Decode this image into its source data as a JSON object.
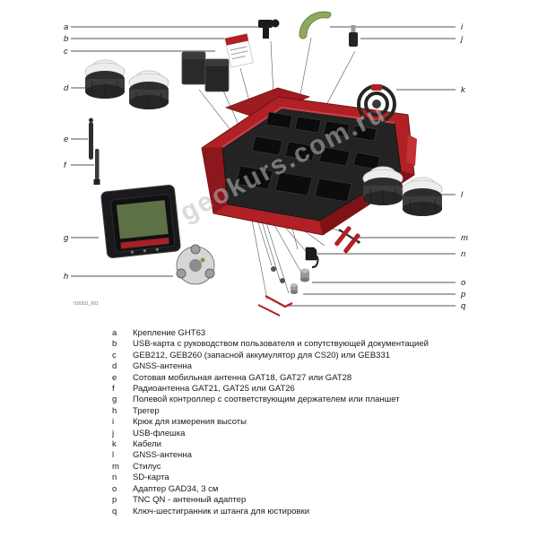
{
  "figure": {
    "id": "016931_001",
    "watermark": "geokurs.com.ru",
    "callout_letters": [
      "a",
      "b",
      "c",
      "d",
      "e",
      "f",
      "g",
      "h",
      "i",
      "j",
      "k",
      "l",
      "m",
      "n",
      "o",
      "p",
      "q"
    ]
  },
  "colors": {
    "case_red": "#b02025",
    "foam_dark": "#232323",
    "accent_red": "#b22025",
    "handle_green": "#8da95e"
  },
  "legend": {
    "items": [
      {
        "letter": "a",
        "text": "Крепление GHT63"
      },
      {
        "letter": "b",
        "text": "USB-карта с руководством пользователя и сопутствующей документацией"
      },
      {
        "letter": "c",
        "text": "GEB212, GEB260 (запасной аккумулятор для CS20) или GEB331"
      },
      {
        "letter": "d",
        "text": "GNSS-антенна"
      },
      {
        "letter": "e",
        "text": "Сотовая мобильная антенна GAT18, GAT27 или GAT28"
      },
      {
        "letter": "f",
        "text": "Радиоантенна GAT21, GAT25 или GAT26"
      },
      {
        "letter": "g",
        "text": "Полевой контроллер с соответствующим держателем или планшет"
      },
      {
        "letter": "h",
        "text": "Трегер"
      },
      {
        "letter": "i",
        "text": "Крюк для измерения высоты"
      },
      {
        "letter": "j",
        "text": "USB-флешка"
      },
      {
        "letter": "k",
        "text": "Кабели"
      },
      {
        "letter": "l",
        "text": "GNSS-антенна"
      },
      {
        "letter": "m",
        "text": "Стилус"
      },
      {
        "letter": "n",
        "text": "SD-карта"
      },
      {
        "letter": "o",
        "text": "Адаптер GAD34, 3 см"
      },
      {
        "letter": "p",
        "text": "TNC QN - антенный адаптер"
      },
      {
        "letter": "q",
        "text": "Ключ-шестигранник и штанга для юстировки"
      }
    ]
  }
}
